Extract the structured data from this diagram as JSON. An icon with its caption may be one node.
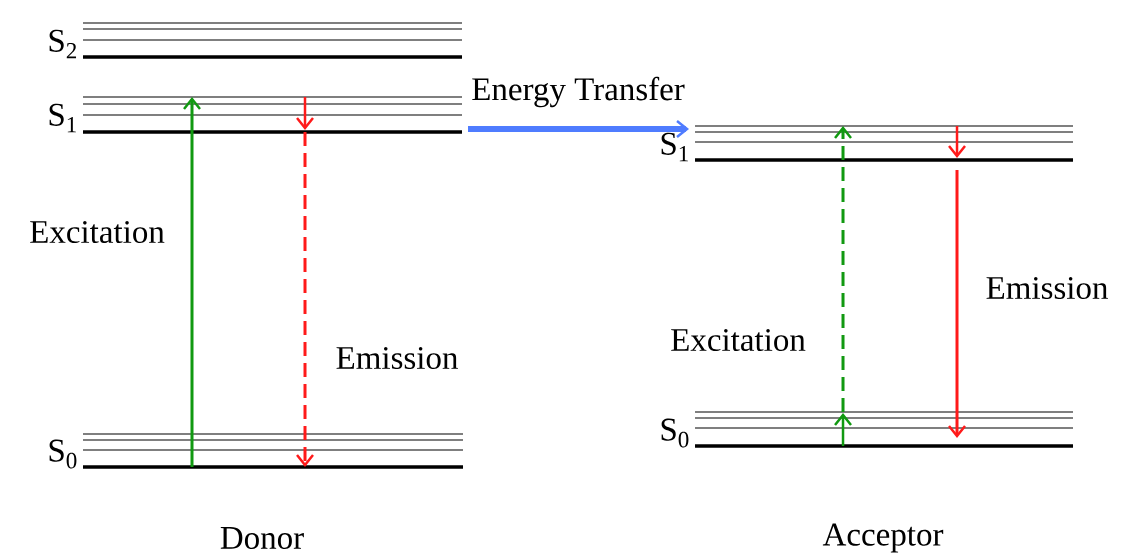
{
  "diagram": {
    "nodes": [
      {
        "text": [
          "S$_{2}$"
        ]
      },
      {
        "text": [
          "S$_{1}$"
        ]
      },
      {
        "text": [
          "S$_{0}$"
        ]
      },
      {
        "text": [
          "S$_{1}$"
        ]
      },
      {
        "text": [
          "S$_{0}$"
        ]
      }
    ],
    "edges": [
      {
        "from": 2,
        "to": 1,
        "arrow": "to",
        "label": "Excitation",
        "color": "#119911"
      },
      {
        "from": 1,
        "to": 2,
        "arrow": "to",
        "label": "Emission",
        "style": "dashed",
        "color": "#ff1a1a"
      },
      {
        "from": 1,
        "to": 3,
        "arrow": "to",
        "label": "Energy Transfer",
        "style": "thick",
        "color": "#4f7cff"
      },
      {
        "from": 4,
        "to": 3,
        "arrow": "to",
        "label": "Excitation",
        "style": "dashed",
        "color": "#119911"
      },
      {
        "from": 3,
        "to": 4,
        "arrow": "to",
        "label": "Emission",
        "color": "#ff1a1a"
      }
    ],
    "labels": [
      "Donor",
      "Acceptor"
    ]
  }
}
